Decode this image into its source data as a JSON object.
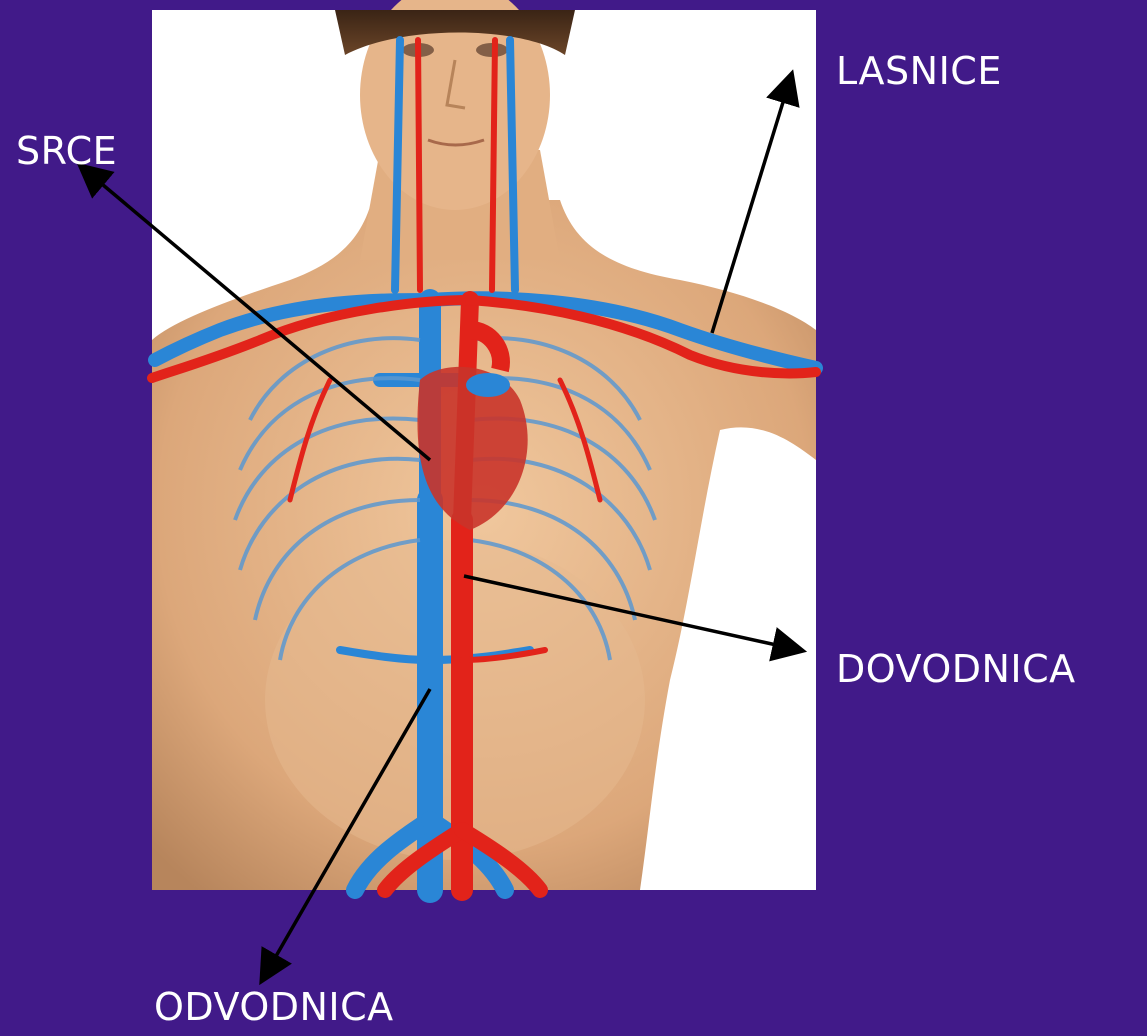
{
  "labels": {
    "lasnice": "LASNICE",
    "srce": "SRCE",
    "dovodnica": "DOVODNICA",
    "odvodnica": "ODVODNICA"
  },
  "colors": {
    "background": "#411a89",
    "artery": "#e2231a",
    "vein": "#2a86d6",
    "skin": "#e9b98c",
    "arrow": "#000000",
    "text": "#ffffff"
  }
}
